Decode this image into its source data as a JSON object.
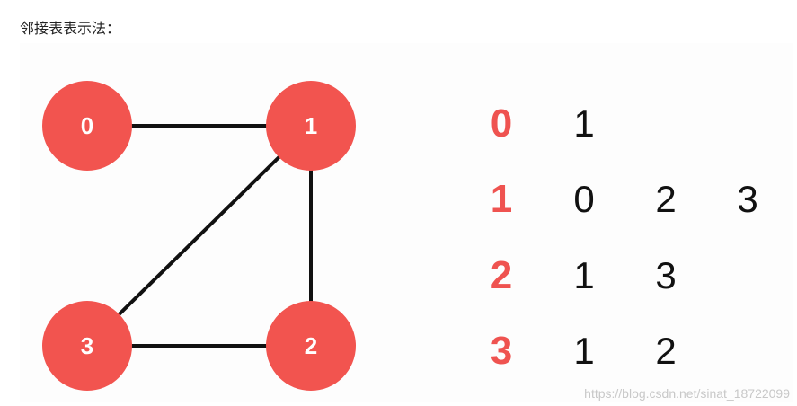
{
  "heading": "邻接表表示法：",
  "colors": {
    "node": "#f2544f",
    "edge": "#111111",
    "head_digit": "#ef5350"
  },
  "graph": {
    "nodes": [
      {
        "id": "0",
        "label": "0"
      },
      {
        "id": "1",
        "label": "1"
      },
      {
        "id": "2",
        "label": "2"
      },
      {
        "id": "3",
        "label": "3"
      }
    ],
    "edges": [
      {
        "from": "0",
        "to": "1"
      },
      {
        "from": "1",
        "to": "2"
      },
      {
        "from": "1",
        "to": "3"
      },
      {
        "from": "3",
        "to": "2"
      }
    ]
  },
  "adjacency_list": [
    {
      "vertex": "0",
      "neighbors": [
        "1"
      ]
    },
    {
      "vertex": "1",
      "neighbors": [
        "0",
        "2",
        "3"
      ]
    },
    {
      "vertex": "2",
      "neighbors": [
        "1",
        "3"
      ]
    },
    {
      "vertex": "3",
      "neighbors": [
        "1",
        "2"
      ]
    }
  ],
  "watermark": "https://blog.csdn.net/sinat_18722099"
}
